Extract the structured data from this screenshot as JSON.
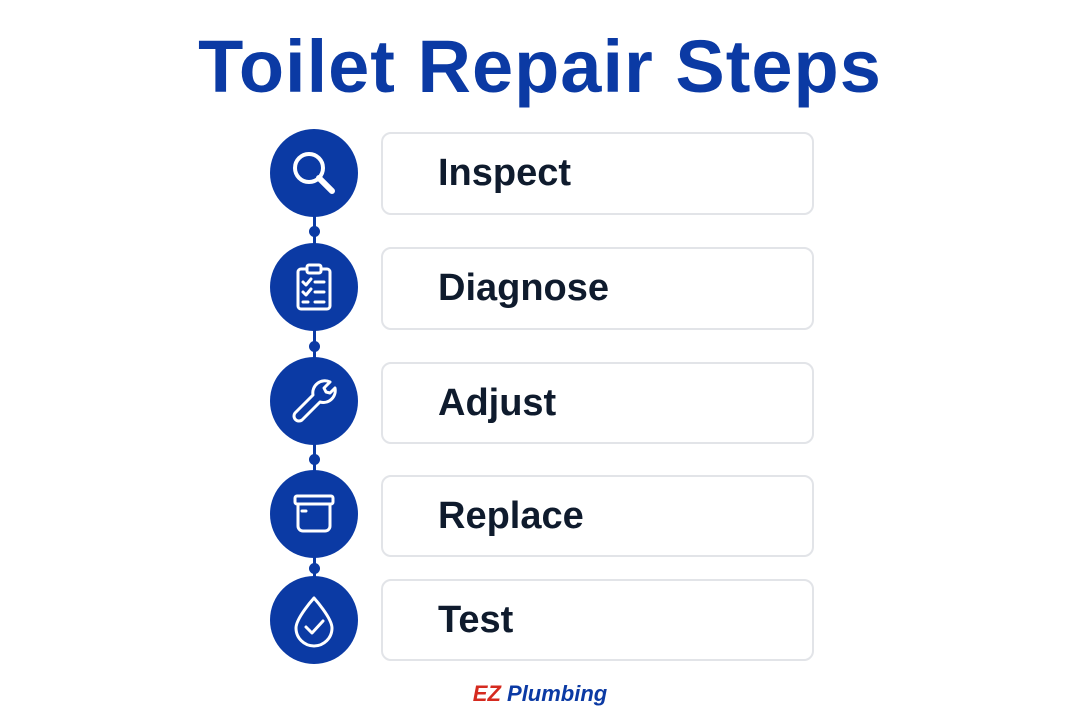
{
  "title": "Toilet Repair Steps",
  "colors": {
    "primary": "#0b3aa4",
    "text": "#0f1b2d",
    "card_border": "#e2e4e8",
    "brand_accent": "#d52a1f"
  },
  "steps": [
    {
      "label": "Inspect",
      "icon": "magnifying-glass-icon"
    },
    {
      "label": "Diagnose",
      "icon": "clipboard-checklist-icon"
    },
    {
      "label": "Adjust",
      "icon": "wrench-icon"
    },
    {
      "label": "Replace",
      "icon": "toilet-tank-icon"
    },
    {
      "label": "Test",
      "icon": "water-drop-check-icon"
    }
  ],
  "brand": {
    "prefix": "EZ",
    "name": "Plumbing"
  }
}
